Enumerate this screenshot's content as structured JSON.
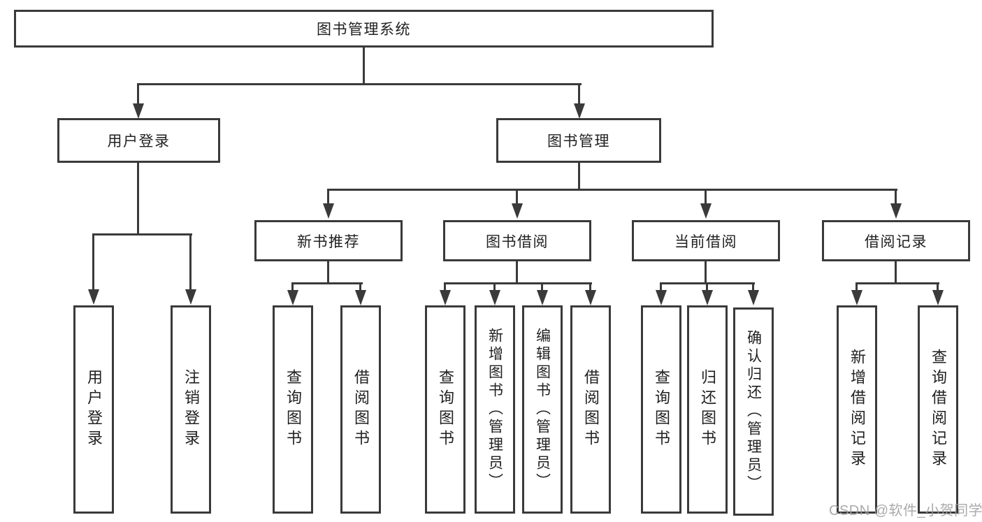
{
  "diagram": {
    "root_label": "图书管理系统",
    "branches": [
      {
        "label": "用户登录",
        "children": [
          {
            "label": "用户登录"
          },
          {
            "label": "注销登录"
          }
        ]
      },
      {
        "label": "图书管理",
        "sections": [
          {
            "label": "新书推荐",
            "children": [
              {
                "label": "查询图书"
              },
              {
                "label": "借阅图书"
              }
            ]
          },
          {
            "label": "图书借阅",
            "children": [
              {
                "label": "查询图书"
              },
              {
                "label": "新增图书（管理员）"
              },
              {
                "label": "编辑图书（管理员）"
              },
              {
                "label": "借阅图书"
              }
            ]
          },
          {
            "label": "当前借阅",
            "children": [
              {
                "label": "查询图书"
              },
              {
                "label": "归还图书"
              },
              {
                "label": "确认归还（管理员）"
              }
            ]
          },
          {
            "label": "借阅记录",
            "children": [
              {
                "label": "新增借阅记录"
              },
              {
                "label": "查询借阅记录"
              }
            ]
          }
        ]
      }
    ]
  },
  "watermark": {
    "text": "CSDN @软件_小贺同学"
  },
  "colors": {
    "line": "#3a3a3a",
    "text": "#212121",
    "watermark": "#9e9e9e",
    "background": "#ffffff"
  }
}
